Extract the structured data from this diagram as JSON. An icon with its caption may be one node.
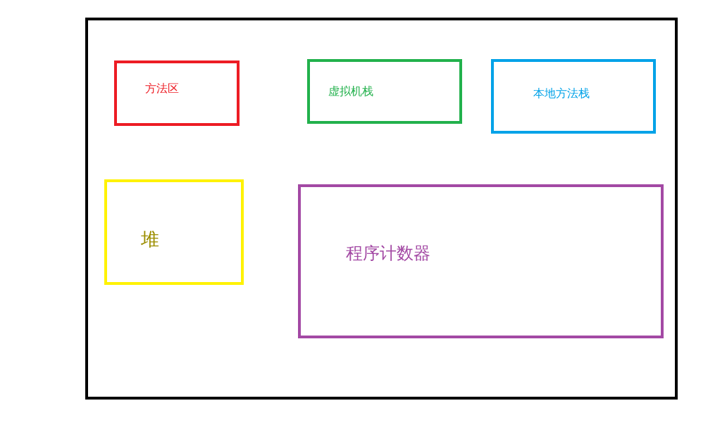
{
  "diagram": {
    "nodes": [
      {
        "text": [],
        "shape": "box"
      },
      {
        "text": [
          "方法区"
        ],
        "in": 0
      },
      {
        "text": [
          "虚拟机栈"
        ],
        "in": 0
      },
      {
        "text": [
          "本地方法栈"
        ],
        "in": 0
      },
      {
        "text": [
          "堆"
        ],
        "in": 0
      },
      {
        "text": [
          "程序计数器"
        ],
        "in": 0
      }
    ]
  }
}
